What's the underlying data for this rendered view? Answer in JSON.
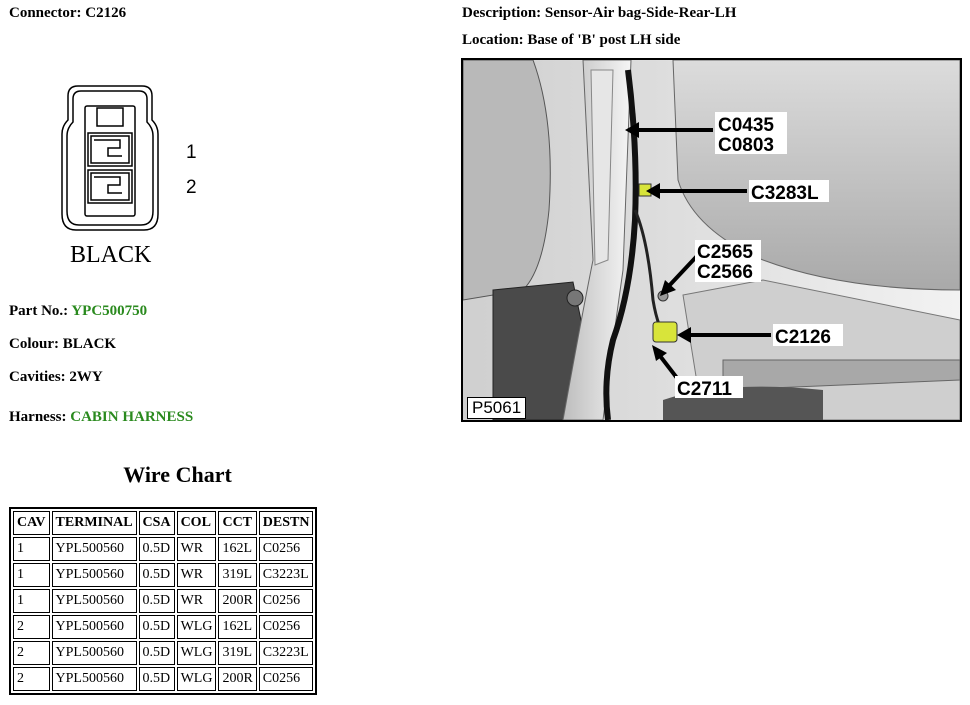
{
  "connector": {
    "label": "Connector: C2126"
  },
  "description": {
    "label": "Description: Sensor-Air bag-Side-Rear-LH"
  },
  "location": {
    "label": "Location: Base of 'B' post LH side"
  },
  "diagram": {
    "pins": [
      "1",
      "2"
    ],
    "colour_caption": "BLACK"
  },
  "part": {
    "label": "Part No.: ",
    "value": "YPC500750"
  },
  "colour": {
    "label": "Colour: BLACK"
  },
  "cavities": {
    "label": "Cavities: 2WY"
  },
  "harness": {
    "label": "Harness: ",
    "value": "CABIN HARNESS"
  },
  "colors": {
    "link_green": "#2a8a1e",
    "connector_yellow": "#d8e43a"
  },
  "wire_chart": {
    "title": "Wire Chart",
    "headers": [
      "CAV",
      "TERMINAL",
      "CSA",
      "COL",
      "CCT",
      "DESTN"
    ],
    "rows": [
      [
        "1",
        "YPL500560",
        "0.5D",
        "WR",
        "162L",
        "C0256"
      ],
      [
        "1",
        "YPL500560",
        "0.5D",
        "WR",
        "319L",
        "C3223L"
      ],
      [
        "1",
        "YPL500560",
        "0.5D",
        "WR",
        "200R",
        "C0256"
      ],
      [
        "2",
        "YPL500560",
        "0.5D",
        "WLG",
        "162L",
        "C0256"
      ],
      [
        "2",
        "YPL500560",
        "0.5D",
        "WLG",
        "319L",
        "C3223L"
      ],
      [
        "2",
        "YPL500560",
        "0.5D",
        "WLG",
        "200R",
        "C0256"
      ]
    ]
  },
  "photo": {
    "callouts": [
      "C0435",
      "C0803",
      "C3283L",
      "C2565",
      "C2566",
      "C2126",
      "C2711"
    ],
    "reference": "P5061"
  }
}
